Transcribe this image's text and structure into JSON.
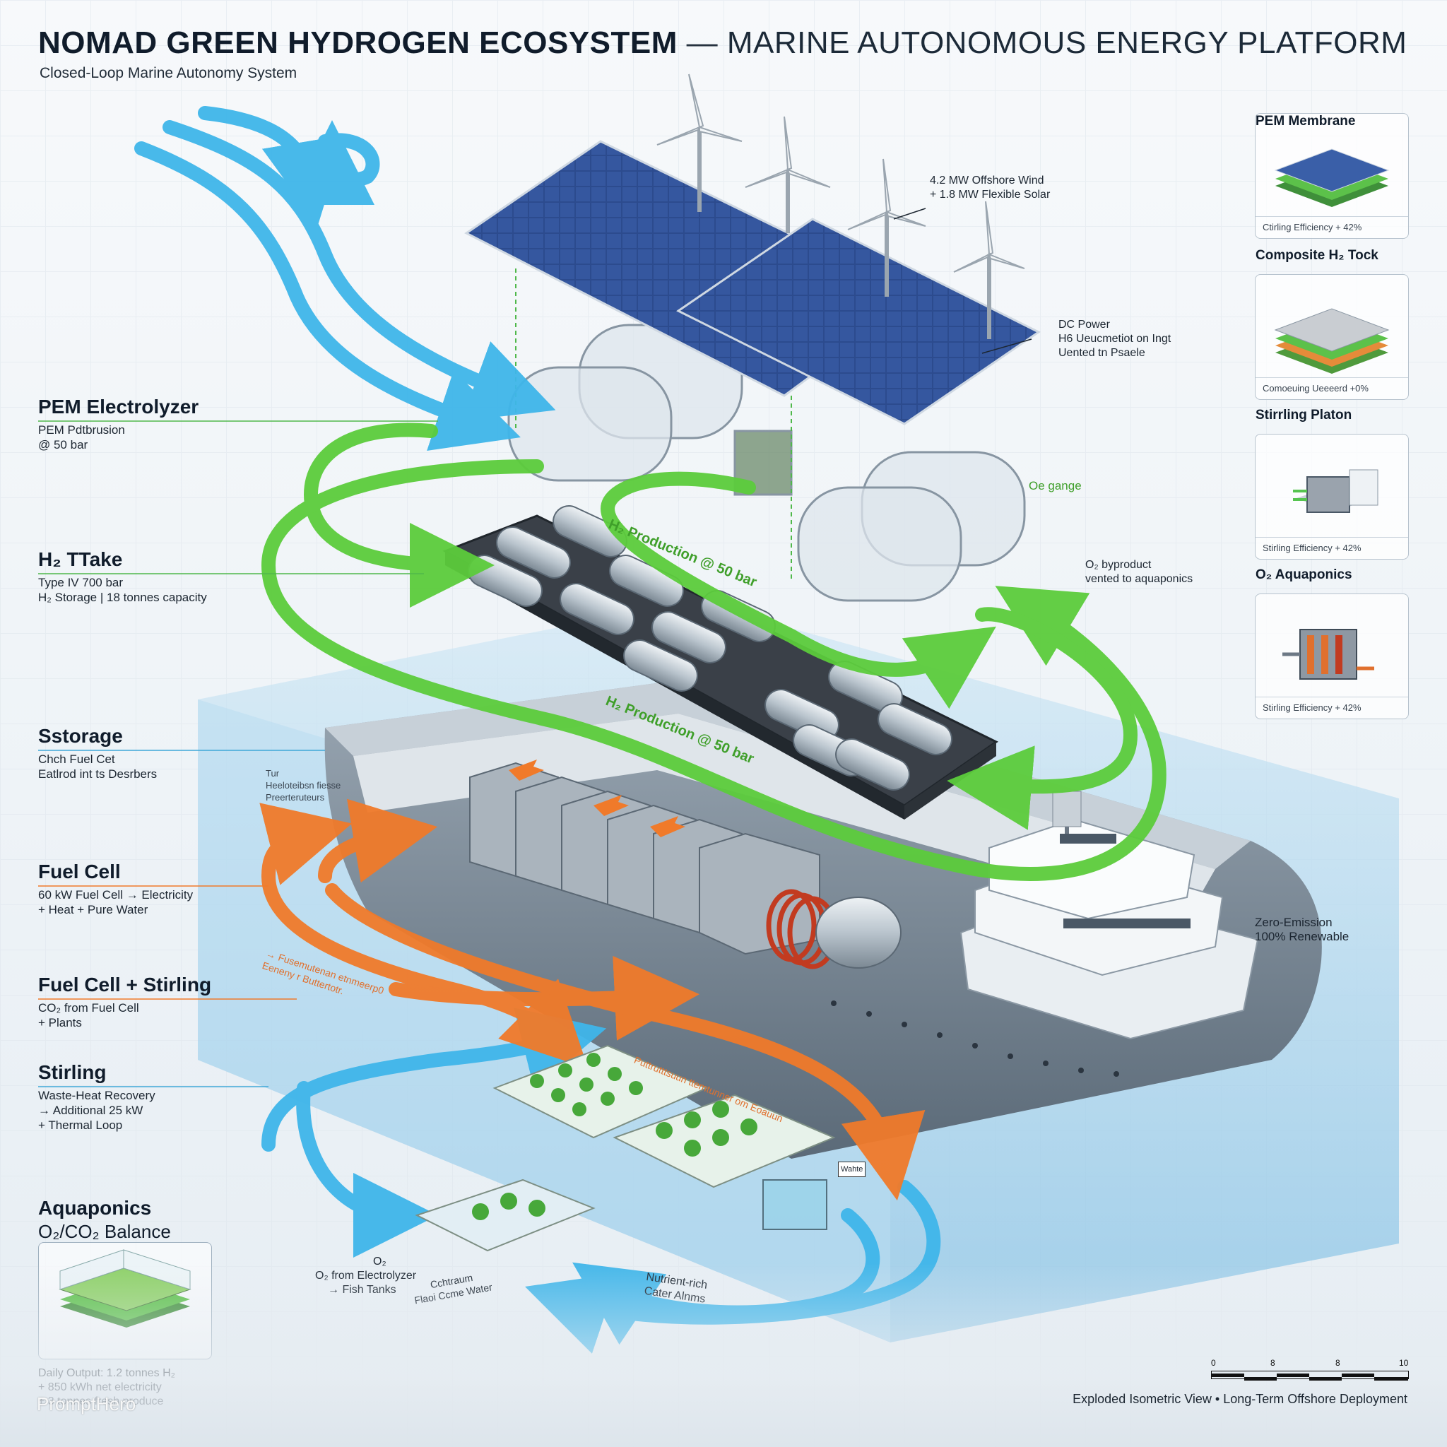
{
  "header": {
    "title_bold": "NOMAD GREEN HYDROGEN ECOSYSTEM",
    "title_sep": " — ",
    "title_rest": "MARINE AUTONOMOUS ENERGY PLATFORM",
    "subtitle": "Closed-Loop Marine Autonomy System"
  },
  "left_labels": [
    {
      "title": "PEM Electrolyzer",
      "lines": [
        "PEM Pdtbrusion",
        "@ 50 bar"
      ]
    },
    {
      "title": "H₂ TTake",
      "lines": [
        "Type IV 700 bar",
        "H₂ Storage | 18 tonnes capacity"
      ]
    },
    {
      "title": "Sstorage",
      "lines": [
        "Chch Fuel Cet",
        "Eatlrod int ts Desrbers"
      ]
    },
    {
      "title": "Fuel Cell",
      "lines": [
        "60 kW Fuel Cell → Electricity",
        "+ Heat + Pure Water"
      ]
    },
    {
      "title": "Fuel Cell + Stirling",
      "lines": [
        "CO₂ from Fuel Cell",
        "+ Plants"
      ]
    },
    {
      "title": "Stirling",
      "lines": [
        "Waste-Heat Recovery",
        "→ Additional 25 kW",
        "+ Thermal Loop"
      ]
    },
    {
      "title": "Aquaponics",
      "lines": []
    }
  ],
  "aquaponics_balance": "O₂/CO₂ Balance",
  "daily_output": [
    "Daily Output: 1.2 tonnes H₂",
    "+ 850 kWh net electricity",
    "+ 3 tonnes fresh produce"
  ],
  "right_cards": [
    {
      "title": "PEM Membrane",
      "footer": "Ctirling Efficiency + 42%",
      "colors": [
        "#3a5fa8",
        "#5cc14a",
        "#3f8f3a"
      ]
    },
    {
      "title": "Composite H₂ Tock",
      "footer": "Comoeuing Ueeeerd +0%",
      "colors": [
        "#c9cdd2",
        "#5cc14a",
        "#e58b3a",
        "#4f9a3c"
      ]
    },
    {
      "title": "Stirrling Platon",
      "footer": "Stirling Efficiency + 42%",
      "colors": [
        "#9aa3ad",
        "#56c450"
      ]
    },
    {
      "title": "O₂ Aquaponics",
      "footer": "Stirling Efficiency + 42%",
      "colors": [
        "#8e98a3",
        "#e0702e"
      ]
    }
  ],
  "annotations": {
    "wind_solar": [
      "4.2 MW Offshore Wind",
      "+ 1.8 MW Flexible Solar"
    ],
    "dc_power": [
      "DC Power",
      "H6 Ueucmetiot on Ingt",
      "Uented tn Psaele"
    ],
    "oe_gange": "Oe gange",
    "o2_byproduct": [
      "O₂ byproduct",
      "vented to aquaponics"
    ],
    "h2_prod_1": "H₂ Production @ 50 bar",
    "h2_prod_2": "H₂ Production @ 50 bar",
    "zero_emission": [
      "Zero-Emission",
      "100% Renewable"
    ],
    "storage_note": [
      "Tur",
      "Heeloteibsn fiesse",
      "Preerteruteurs"
    ],
    "orange_note_1": [
      "→ Fusemutenan etnmeerp0",
      "Eeneny r Buttertotr."
    ],
    "orange_note_2": "Puttrutttsuun ttemtunner om Eoauun",
    "o2_fish": [
      "O₂",
      "O₂ from Electrolyzer",
      "→ Fish Tanks"
    ],
    "condensate": [
      "Cchtraum",
      "Flaoi Ccme Water"
    ],
    "nutrient": [
      "Nutrient-rich",
      "Cater Alnms"
    ],
    "small_tag": "Wahte"
  },
  "scale_bar": {
    "labels": [
      "0",
      "8",
      "8",
      "10"
    ]
  },
  "footer": "Exploded Isometric View • Long-Term Offshore Deployment",
  "watermark": "PromptHero",
  "colors": {
    "water_blue": "#3fb6ea",
    "h2_green": "#5ccc3c",
    "heat_orange": "#f07a2a",
    "panel_blue": "#2f4a8a",
    "hull_gray": "#7a8896",
    "sea": "#9fd0ec"
  }
}
